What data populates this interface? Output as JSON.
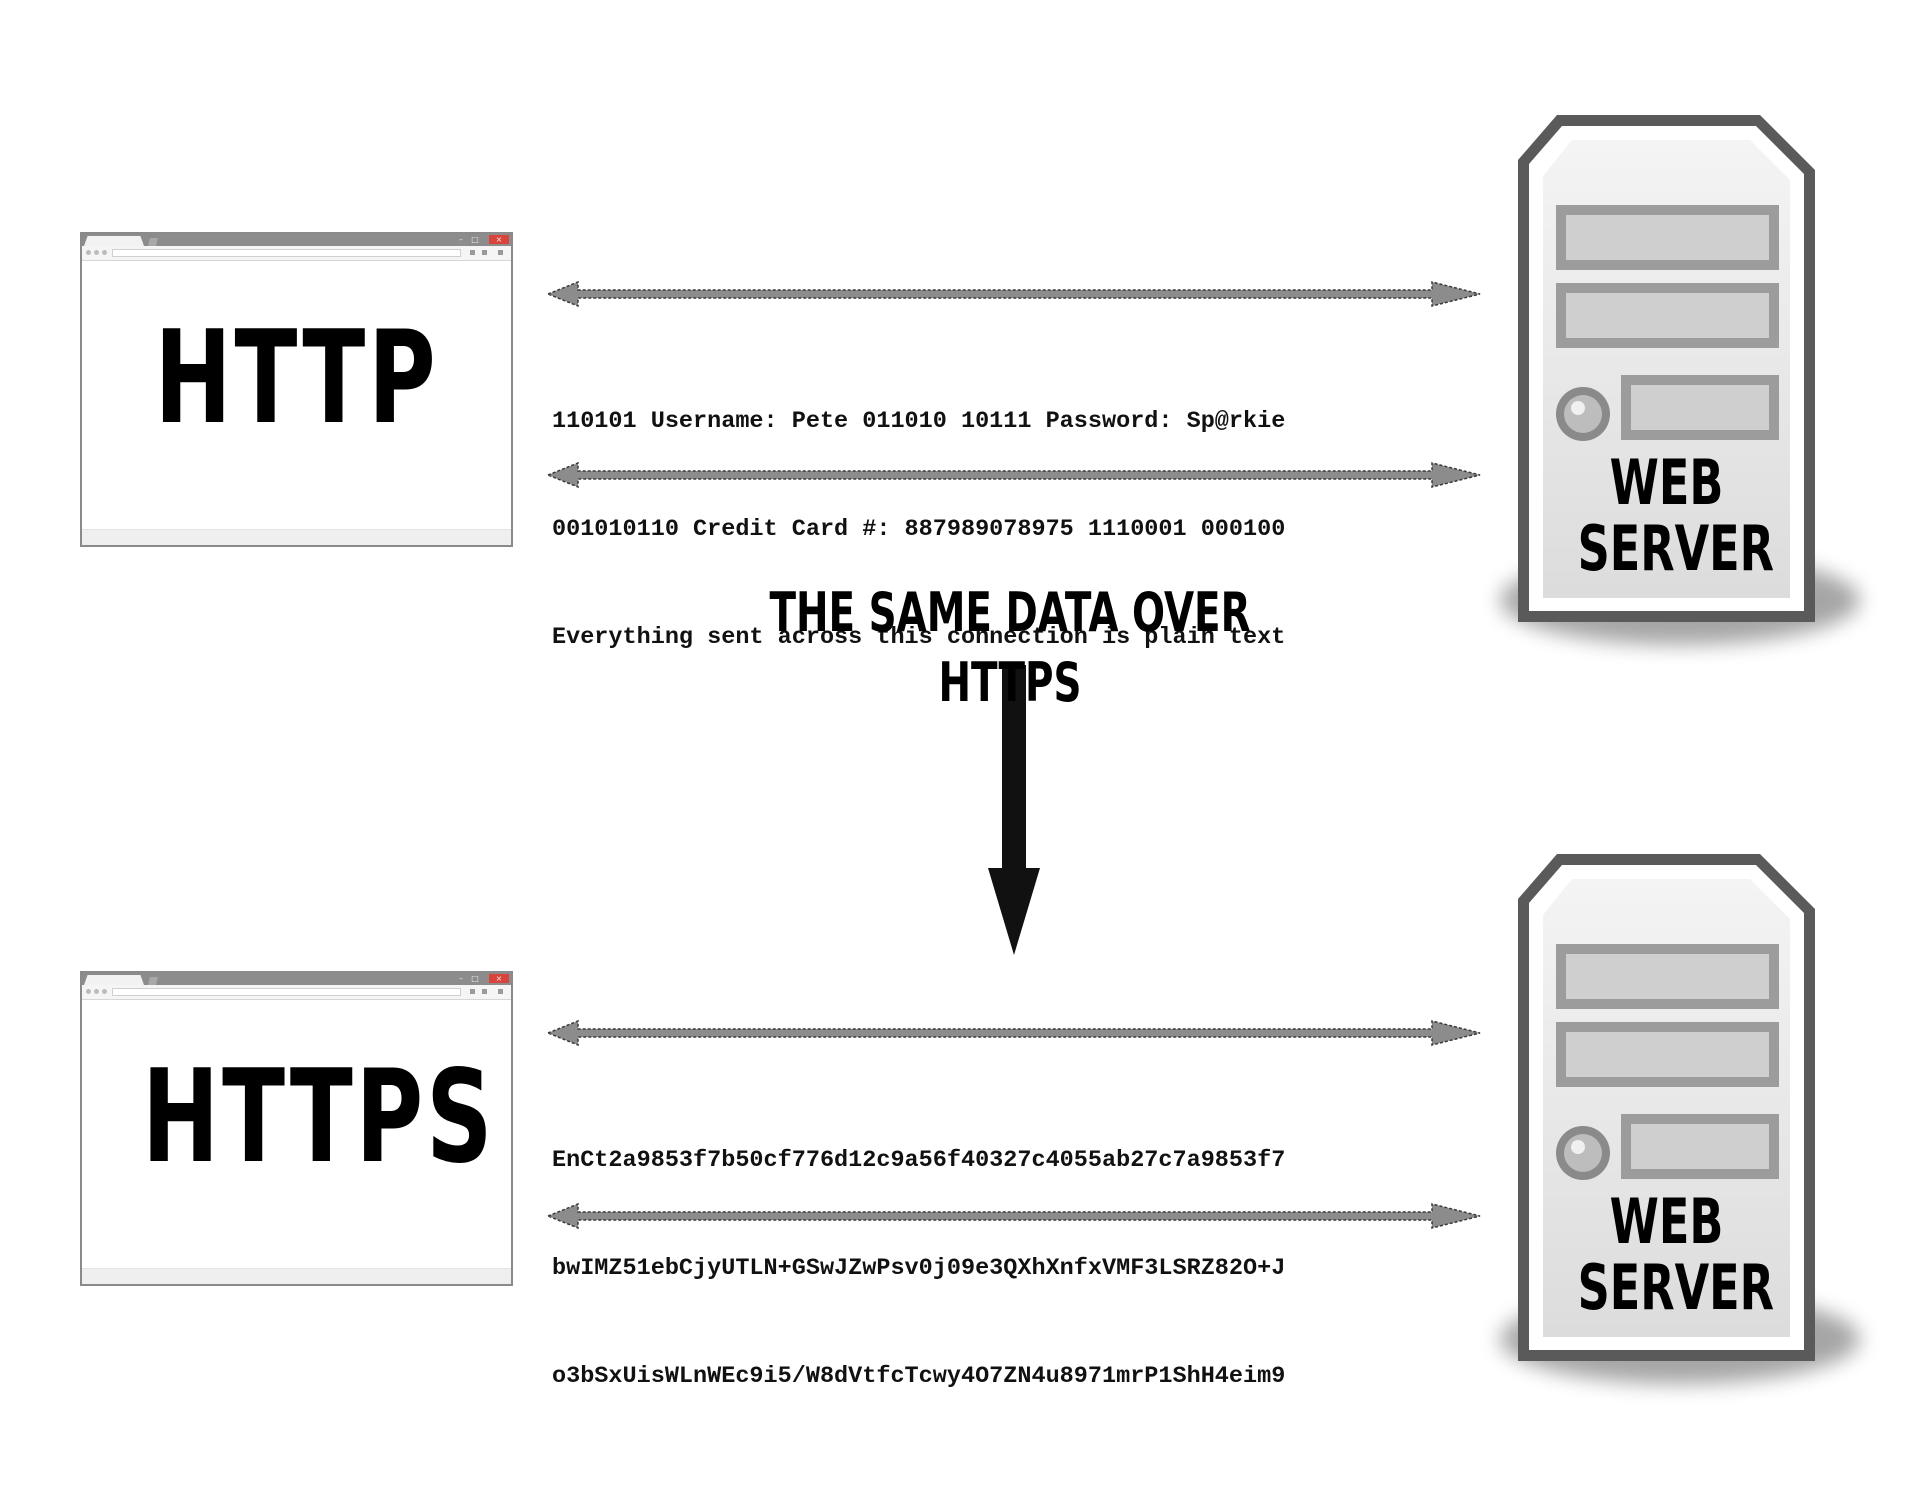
{
  "http_section": {
    "browser_label": "HTTP",
    "data_lines": [
      "110101 Username: Pete 011010 10111 Password: Sp@rkie",
      "001010110 Credit Card #: 887989078975 1110001 000100",
      "Everything sent across this connection is plain text"
    ],
    "server_label_line1": "WEB",
    "server_label_line2": "SERVER"
  },
  "caption": "THE SAME DATA OVER HTTPS",
  "https_section": {
    "browser_label": "HTTPS",
    "data_lines": [
      "EnCt2a9853f7b50cf776d12c9a56f40327c4055ab27c7a9853f7",
      "bwIMZ51ebCjyUTLN+GSwJZwPsv0j09e3QXhXnfxVMF3LSRZ82O+J",
      "o3bSxUisWLnWEc9i5/W8dVtfcTcwy4O7ZN4u8971mrP1ShH4eim9"
    ],
    "server_label_line1": "WEB",
    "server_label_line2": "SERVER"
  },
  "colors": {
    "arrow_fill": "#8c8c8c",
    "server_frame": "#555555",
    "server_body": "#e6e6e6",
    "browser_titlebar": "#8c8c8c",
    "close_button": "#d9433a"
  },
  "icons": {
    "browser_close": "close-icon",
    "server_power": "power-button-icon"
  }
}
